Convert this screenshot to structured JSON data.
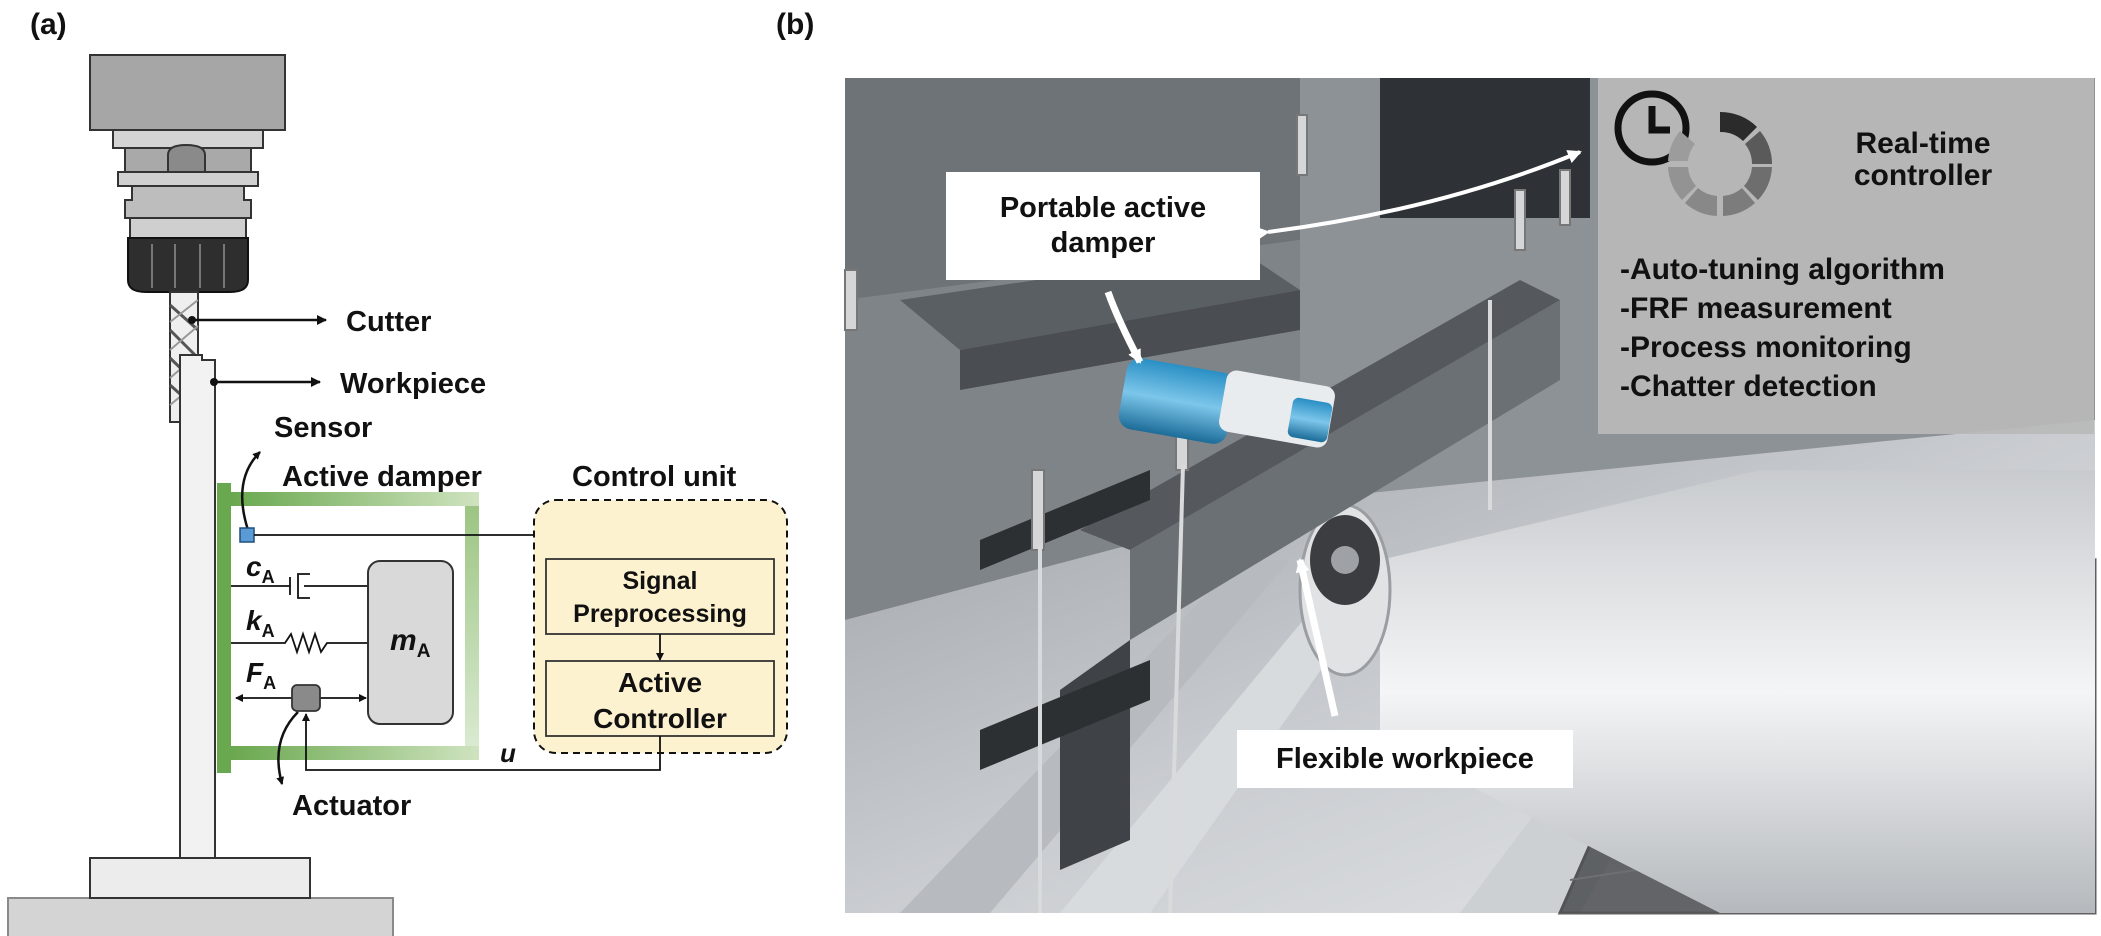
{
  "panels": {
    "a": "(a)",
    "b": "(b)"
  },
  "schematic": {
    "cutter": "Cutter",
    "workpiece": "Workpiece",
    "sensor": "Sensor",
    "active_damper": "Active damper",
    "control_unit": "Control unit",
    "signal_preprocessing_line1": "Signal",
    "signal_preprocessing_line2": "Preprocessing",
    "active_controller_line1": "Active",
    "active_controller_line2": "Controller",
    "damping_symbol": "c",
    "stiffness_symbol": "k",
    "force_symbol": "F",
    "mass_symbol": "m",
    "subscript": "A",
    "control_signal": "u",
    "actuator": "Actuator"
  },
  "photo": {
    "portable_active_damper": "Portable active\ndamper",
    "flexible_workpiece": "Flexible workpiece",
    "realtime_controller": "Real-time\ncontroller",
    "features": [
      "-Auto-tuning algorithm",
      "-FRF measurement",
      "-Process monitoring",
      "-Chatter detection"
    ]
  },
  "colors": {
    "damper_green": "#6aa84f",
    "control_unit_fill": "#fdf2d0",
    "sensor_blue": "#5b9bd5"
  }
}
